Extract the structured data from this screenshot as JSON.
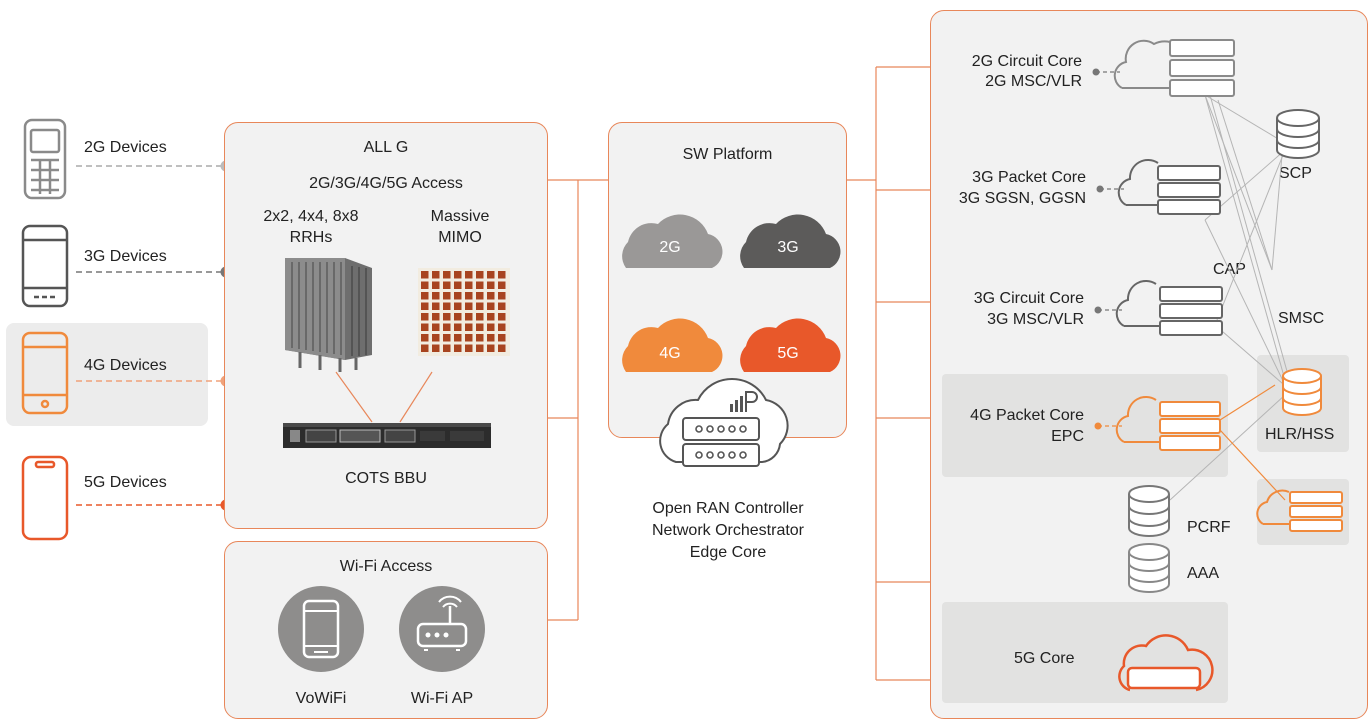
{
  "devices": [
    {
      "label": "2G Devices"
    },
    {
      "label": "3G Devices"
    },
    {
      "label": "4G Devices"
    },
    {
      "label": "5G Devices"
    }
  ],
  "access_panel": {
    "title": "ALL G",
    "subtitle": "2G/3G/4G/5G Access",
    "rrh_label_1": "2x2, 4x4, 8x8",
    "rrh_label_2": "RRHs",
    "mimo_label_1": "Massive",
    "mimo_label_2": "MIMO",
    "bbu_label": "COTS BBU"
  },
  "wifi_panel": {
    "title": "Wi-Fi Access",
    "vowifi_label": "VoWiFi",
    "ap_label": "Wi-Fi AP"
  },
  "sw_platform": {
    "title": "SW Platform",
    "clouds": [
      {
        "label": "2G",
        "color": "#9a9897"
      },
      {
        "label": "3G",
        "color": "#5c5b5a"
      },
      {
        "label": "4G",
        "color": "#f08a3c"
      },
      {
        "label": "5G",
        "color": "#e8582a"
      }
    ]
  },
  "controller": {
    "line1": "Open RAN Controller",
    "line2": "Network Orchestrator",
    "line3": "Edge Core"
  },
  "core": {
    "items": [
      {
        "line1": "2G Circuit Core",
        "line2": "2G MSC/VLR"
      },
      {
        "line1": "3G Packet Core",
        "line2": "3G SGSN, GGSN"
      },
      {
        "line1": "3G Circuit Core",
        "line2": "3G MSC/VLR"
      },
      {
        "line1": "4G Packet Core",
        "line2": "EPC"
      },
      {
        "line1": "5G Core",
        "line2": ""
      }
    ],
    "scp": "SCP",
    "cap": "CAP",
    "smsc": "SMSC",
    "hlr": "HLR/HSS",
    "pcrf": "PCRF",
    "aaa": "AAA"
  },
  "colors": {
    "accent": "#e8582a",
    "border": "#e8875a",
    "grey_icon": "#8a8a8a",
    "dark_icon": "#555555"
  }
}
